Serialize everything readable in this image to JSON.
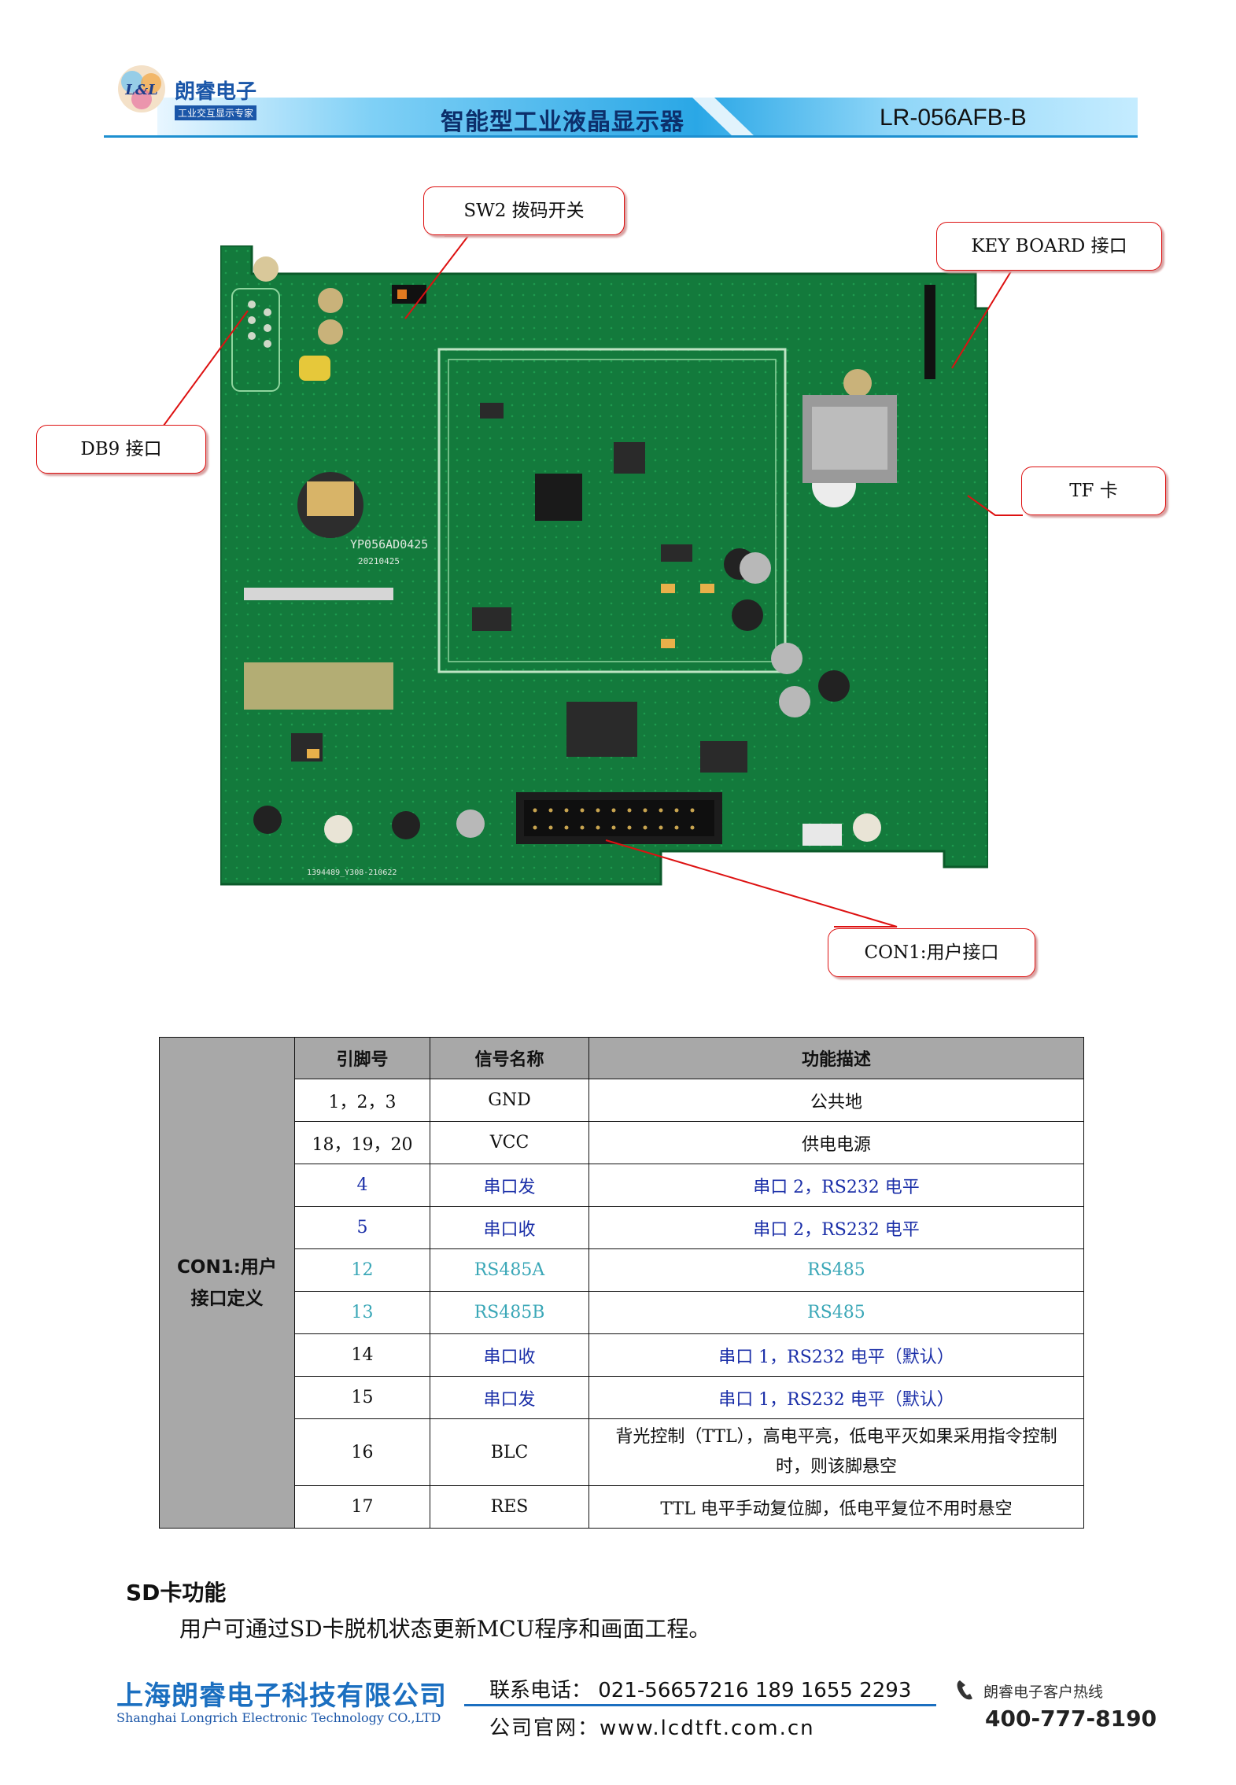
{
  "header": {
    "company_short": "朗睿电子",
    "logo_letters": "L&L",
    "slogan": "工业交互显示专家",
    "title": "智能型工业液晶显示器",
    "model": "LR-056AFB-B"
  },
  "callouts": {
    "sw2": "SW2 拨码开关",
    "keyboard": "KEY BOARD 接口",
    "db9": "DB9 接口",
    "tf": "TF 卡",
    "con1": "CON1:用户接口"
  },
  "board_silk": {
    "board_id": "YP056AD0425",
    "date": "20210425",
    "bottom": "1394489_Y308-210622"
  },
  "table": {
    "row_header_line1": "CON1:用户",
    "row_header_line2": "接口定义",
    "headers": [
      "引脚号",
      "信号名称",
      "功能描述"
    ],
    "rows": [
      {
        "pin": "1，2，3",
        "signal": "GND",
        "desc": "公共地",
        "color": "#111111"
      },
      {
        "pin": "18，19，20",
        "signal": "VCC",
        "desc": "供电电源",
        "color": "#111111"
      },
      {
        "pin": "4",
        "signal": "串口发",
        "desc": "串口 2，RS232 电平",
        "color": "#1b2fa8"
      },
      {
        "pin": "5",
        "signal": "串口收",
        "desc": "串口 2，RS232 电平",
        "color": "#1b2fa8"
      },
      {
        "pin": "12",
        "signal": "RS485A",
        "desc": "RS485",
        "color": "#3aa7b7"
      },
      {
        "pin": "13",
        "signal": "RS485B",
        "desc": "RS485",
        "color": "#3aa7b7"
      },
      {
        "pin": "14",
        "signal": "串口收",
        "desc": "串口 1，RS232 电平（默认）",
        "color": "#1b2fa8",
        "pin_color": "#111111"
      },
      {
        "pin": "15",
        "signal": "串口发",
        "desc": "串口 1，RS232 电平（默认）",
        "color": "#1b2fa8",
        "pin_color": "#111111"
      },
      {
        "pin": "16",
        "signal": "BLC",
        "desc": "背光控制（TTL），高电平亮，低电平灭如果采用指令控制时，则该脚悬空",
        "color": "#111111"
      },
      {
        "pin": "17",
        "signal": "RES",
        "desc": "TTL 电平手动复位脚，低电平复位不用时悬空",
        "color": "#111111"
      }
    ]
  },
  "sd_section": {
    "title": "SD卡功能",
    "body": "用户可通过SD卡脱机状态更新MCU程序和画面工程。"
  },
  "footer": {
    "company_cn": "上海朗睿电子科技有限公司",
    "company_en": "Shanghai Longrich Electronic Technology CO.,LTD",
    "tel": "联系电话：  021-56657216  189 1655 2293",
    "web": "公司官网：www.lcdtft.com.cn",
    "hotline_label": "朗睿电子客户热线",
    "hotline": "400-777-8190"
  }
}
